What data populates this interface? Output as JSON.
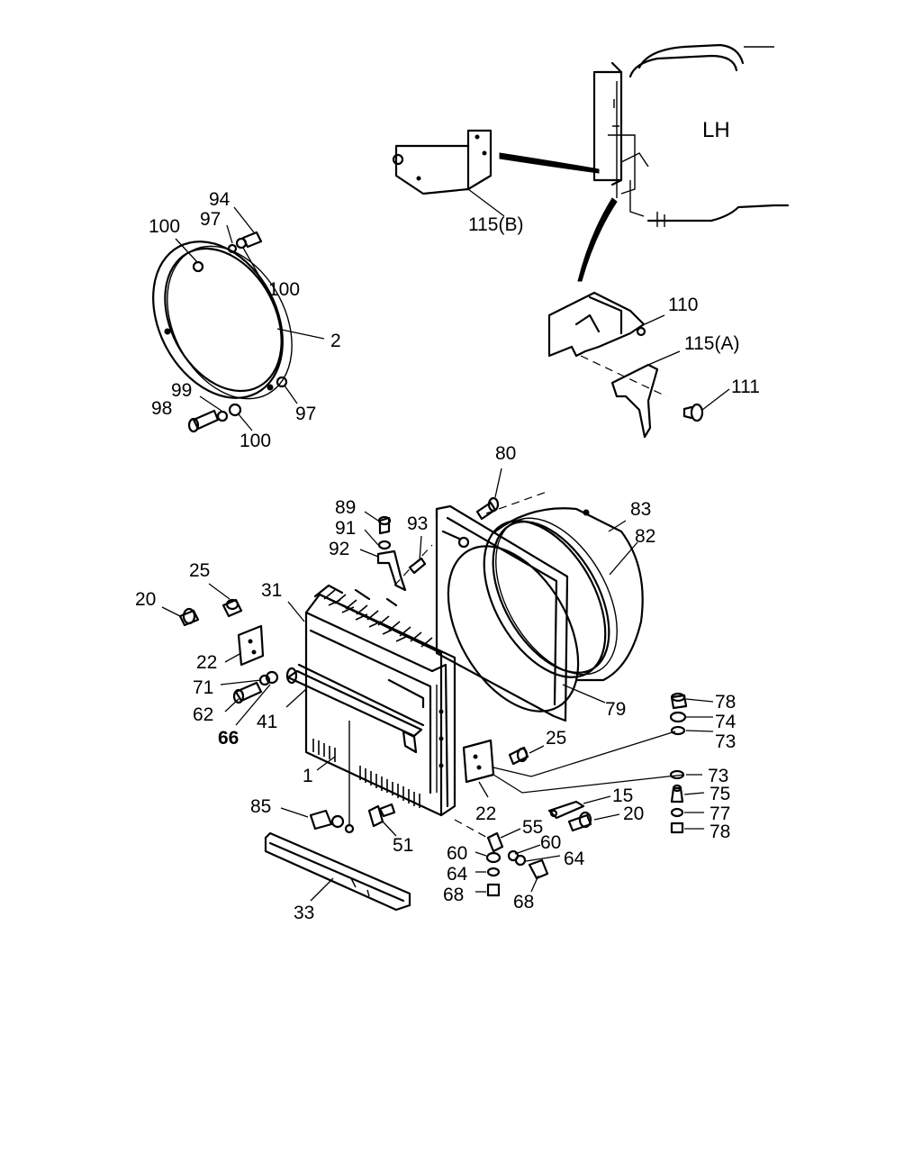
{
  "diagram": {
    "side_label": "LH",
    "callouts": {
      "c115b": "115(B)",
      "c110": "110",
      "c115a": "115(A)",
      "c111": "111",
      "c94": "94",
      "c97a": "97",
      "c100a": "100",
      "c100b": "100",
      "c2": "2",
      "c99": "99",
      "c98": "98",
      "c97b": "97",
      "c100c": "100",
      "c80": "80",
      "c83": "83",
      "c82": "82",
      "c89": "89",
      "c91": "91",
      "c93": "93",
      "c92": "92",
      "c25a": "25",
      "c31": "31",
      "c20a": "20",
      "c22a": "22",
      "c71": "71",
      "c62": "62",
      "c41": "41",
      "c66": "66",
      "c79": "79",
      "c78a": "78",
      "c74": "74",
      "c73a": "73",
      "c25b": "25",
      "c73b": "73",
      "c75": "75",
      "c15": "15",
      "c20b": "20",
      "c77": "77",
      "c78b": "78",
      "c1": "1",
      "c22b": "22",
      "c85": "85",
      "c51": "51",
      "c55": "55",
      "c60a": "60",
      "c60b": "60",
      "c64a": "64",
      "c64b": "64",
      "c68a": "68",
      "c68b": "68",
      "c33": "33"
    }
  }
}
